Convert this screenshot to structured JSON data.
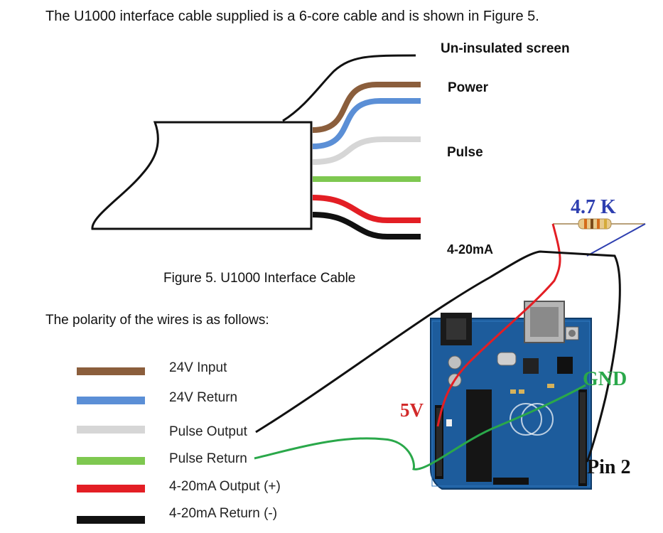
{
  "document": {
    "intro": "The  U1000 interface cable supplied is a 6-core cable and is shown in Figure 5.",
    "caption": "Figure 5. U1000 Interface Cable",
    "polarity_intro": "The polarity of the wires is as follows:"
  },
  "cable_labels": {
    "screen": "Un-insulated screen",
    "power": "Power",
    "pulse": "Pulse",
    "current": "4-20mA"
  },
  "legend": [
    {
      "label": "24V Input",
      "color": "#8b5e3c"
    },
    {
      "label": "24V Return",
      "color": "#5b8fd6"
    },
    {
      "label": "Pulse Output",
      "color": "#d6d6d6"
    },
    {
      "label": "Pulse Return",
      "color": "#7ec850"
    },
    {
      "label": "4-20mA Output (+)",
      "color": "#e31e24"
    },
    {
      "label": "4-20mA Return (-)",
      "color": "#111111"
    }
  ],
  "wiring": {
    "resistor": "4.7 K",
    "five_volt": "5V",
    "ground": "GND",
    "pin": "Pin 2"
  },
  "colors": {
    "resistor_label": "#2e3fb0",
    "five_volt_label": "#d22a2a",
    "ground_label": "#2aa84a",
    "board": "#1d5c9c"
  }
}
